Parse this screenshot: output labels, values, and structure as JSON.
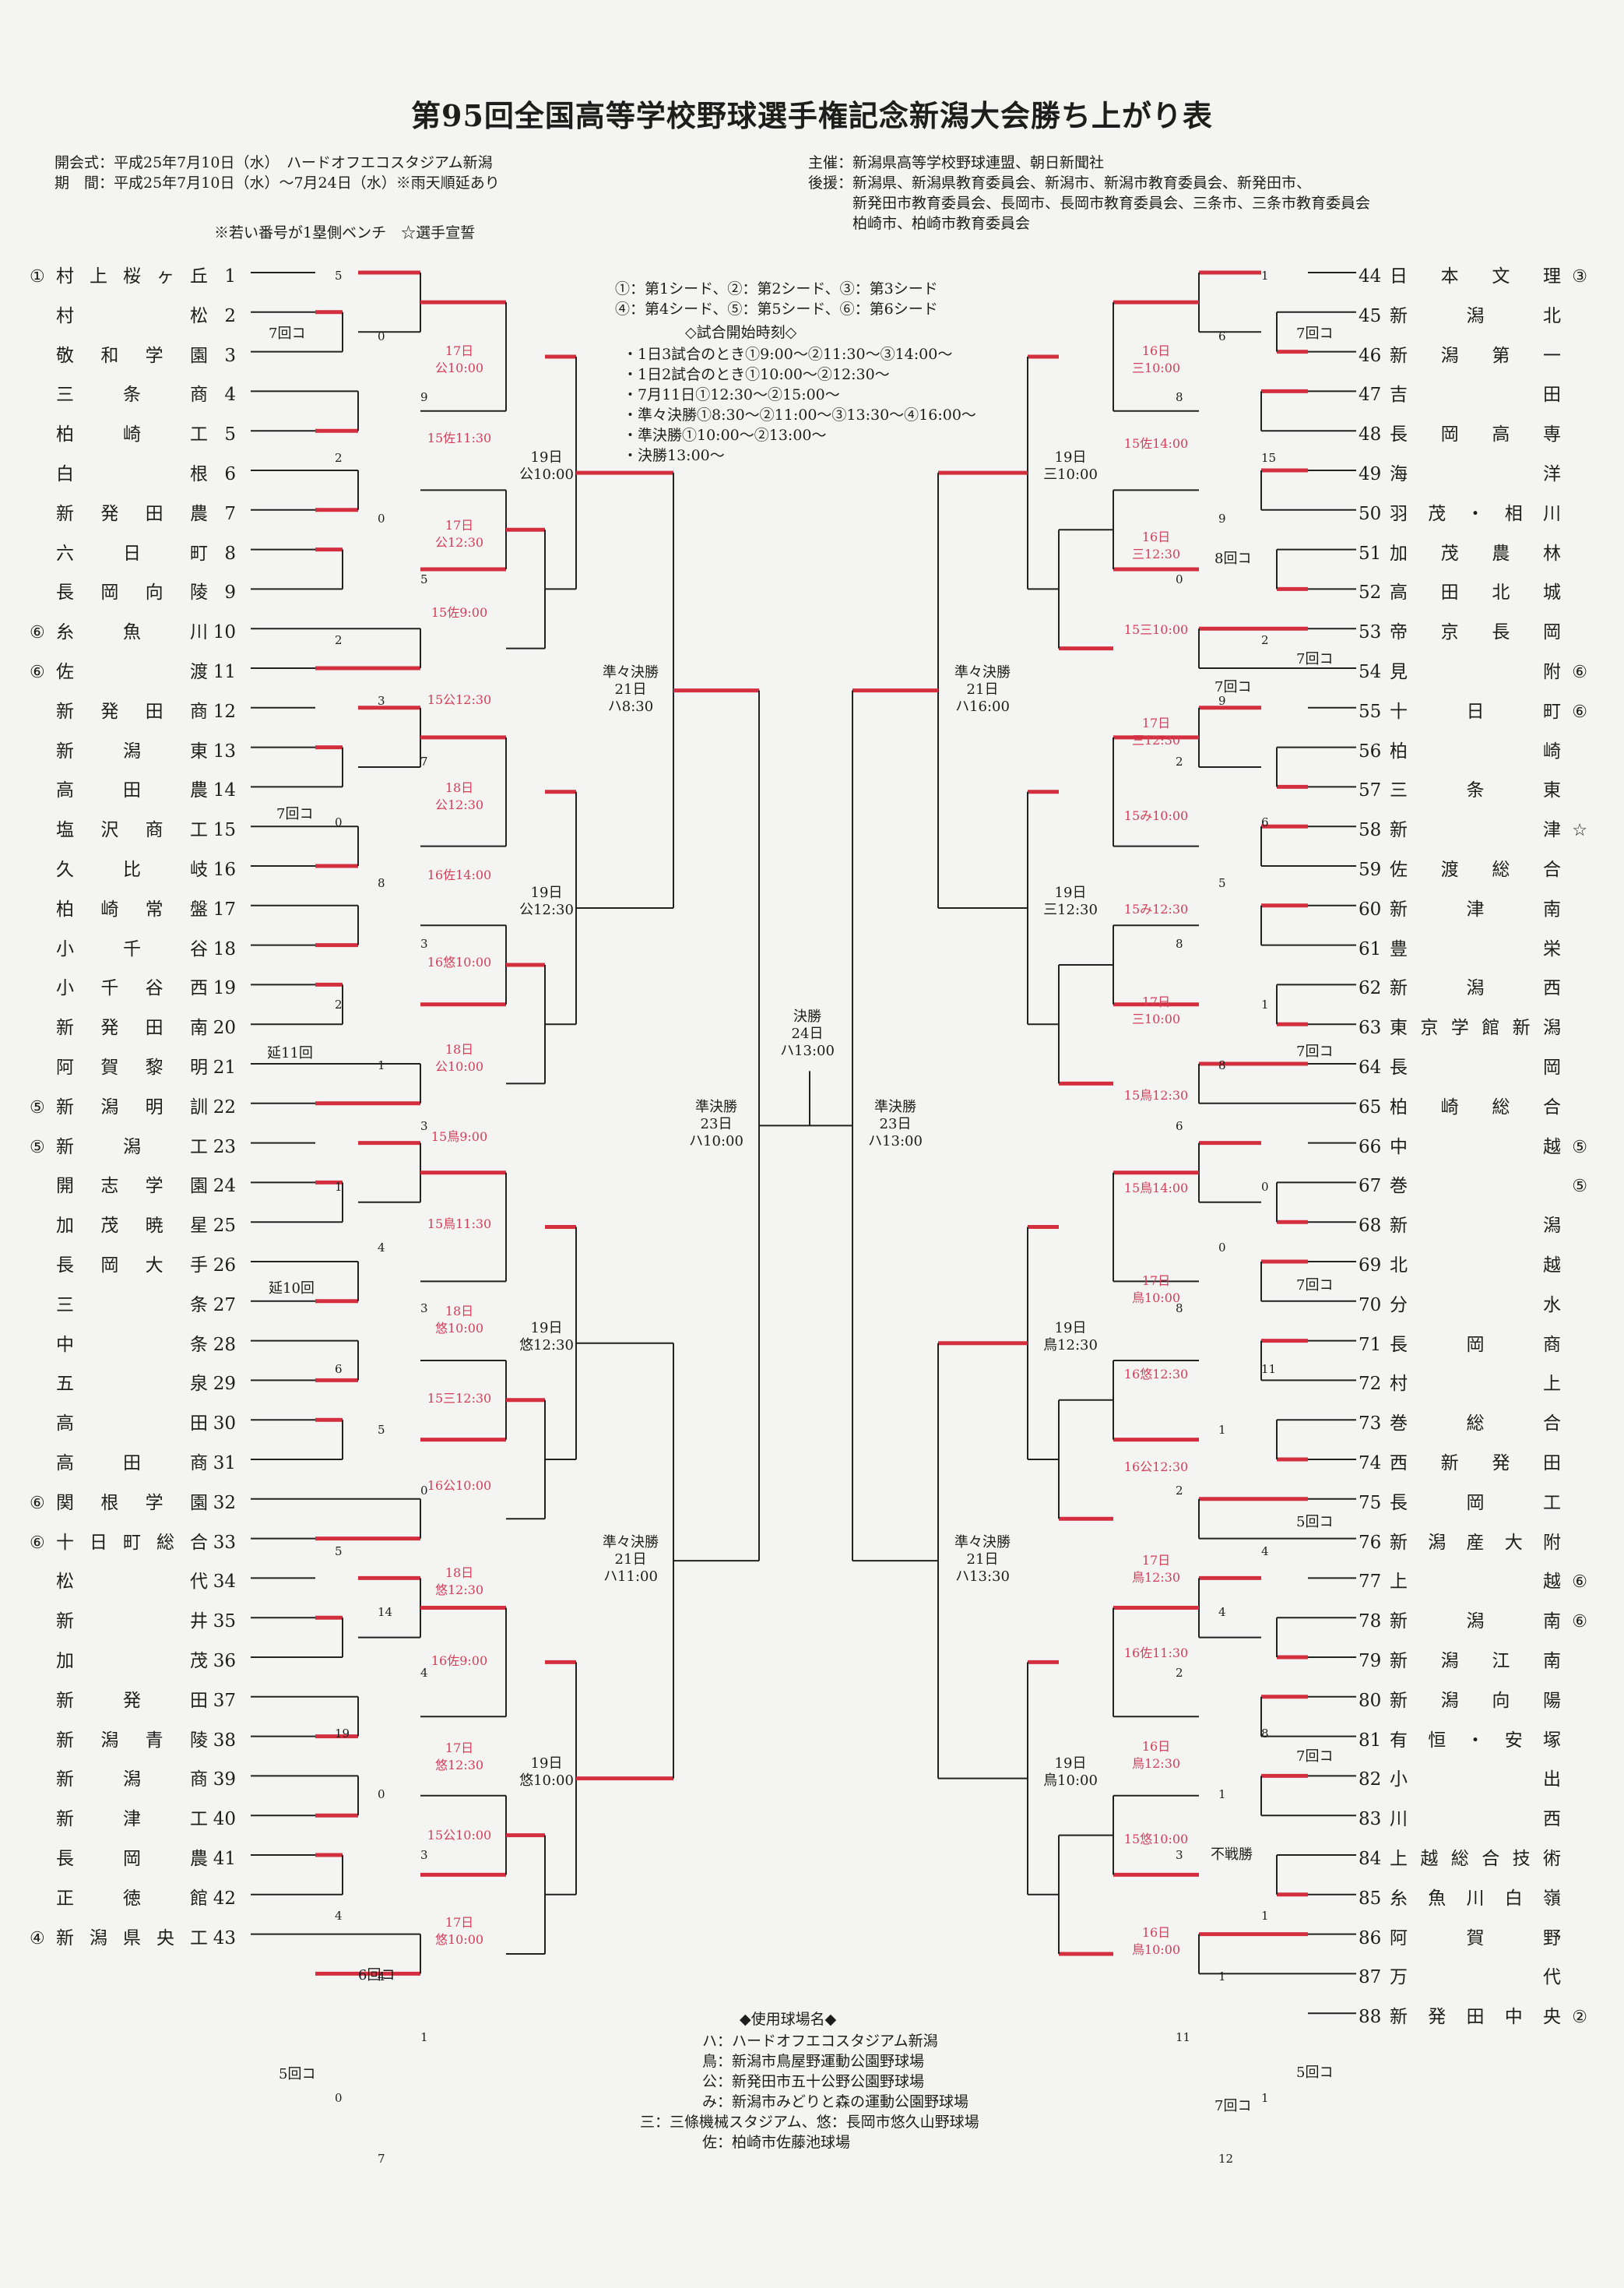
{
  "header": {
    "title": "第95回全国高等学校野球選手権記念新潟大会勝ち上がり表",
    "opening": "開会式：平成25年7月10日（水）　ハードオフエコスタジアム新潟",
    "period": "期　間：平成25年7月10日（水）〜7月24日（水）※雨天順延あり",
    "bench_note": "※若い番号が1塁側ベンチ　☆選手宣誓",
    "organizer": "主催：新潟県高等学校野球連盟、朝日新聞社",
    "sponsor_1": "後援：新潟県、新潟県教育委員会、新潟市、新潟市教育委員会、新発田市、",
    "sponsor_2": "新発田市教育委員会、長岡市、長岡市教育委員会、三条市、三条市教育委員会",
    "sponsor_3": "柏崎市、柏崎市教育委員会"
  },
  "legend": {
    "seeds_1": "①：第1シード、②：第2シード、③：第3シード",
    "seeds_2": "④：第4シード、⑤：第5シード、⑥：第6シード",
    "start_title": "◇試合開始時刻◇",
    "times": [
      "・1日3試合のとき①9:00〜②11:30〜③14:00〜",
      "・1日2試合のとき①10:00〜②12:30〜",
      "・7月11日①12:30〜②15:00〜",
      "・準々決勝①8:30〜②11:00〜③13:30〜④16:00〜",
      "・準決勝①10:00〜②13:00〜",
      "・決勝13:00〜"
    ]
  },
  "venues": {
    "title": "◆使用球場名◆",
    "items": [
      "ハ：ハードオフエコスタジアム新潟",
      "鳥：新潟市鳥屋野運動公園野球場",
      "公：新発田市五十公野公園野球場",
      "み：新潟市みどりと森の運動公園野球場",
      "三：三條機械スタジアム、悠：長岡市悠久山野球場",
      "佐：柏崎市佐藤池球場"
    ]
  },
  "left_teams": [
    {
      "n": 1,
      "name": "村上桜ヶ丘",
      "seed": "①"
    },
    {
      "n": 2,
      "name": "村松",
      "seed": ""
    },
    {
      "n": 3,
      "name": "敬和学園",
      "seed": ""
    },
    {
      "n": 4,
      "name": "三条商",
      "seed": ""
    },
    {
      "n": 5,
      "name": "柏崎工",
      "seed": ""
    },
    {
      "n": 6,
      "name": "白根",
      "seed": ""
    },
    {
      "n": 7,
      "name": "新発田農",
      "seed": ""
    },
    {
      "n": 8,
      "name": "六日町",
      "seed": ""
    },
    {
      "n": 9,
      "name": "長岡向陵",
      "seed": ""
    },
    {
      "n": 10,
      "name": "糸魚川",
      "seed": "⑥"
    },
    {
      "n": 11,
      "name": "佐渡",
      "seed": "⑥"
    },
    {
      "n": 12,
      "name": "新発田商",
      "seed": ""
    },
    {
      "n": 13,
      "name": "新潟東",
      "seed": ""
    },
    {
      "n": 14,
      "name": "高田農",
      "seed": ""
    },
    {
      "n": 15,
      "name": "塩沢商工",
      "seed": ""
    },
    {
      "n": 16,
      "name": "久比岐",
      "seed": ""
    },
    {
      "n": 17,
      "name": "柏崎常盤",
      "seed": ""
    },
    {
      "n": 18,
      "name": "小千谷",
      "seed": ""
    },
    {
      "n": 19,
      "name": "小千谷西",
      "seed": ""
    },
    {
      "n": 20,
      "name": "新発田南",
      "seed": ""
    },
    {
      "n": 21,
      "name": "阿賀黎明",
      "seed": ""
    },
    {
      "n": 22,
      "name": "新潟明訓",
      "seed": "⑤"
    },
    {
      "n": 23,
      "name": "新潟工",
      "seed": "⑤"
    },
    {
      "n": 24,
      "name": "開志学園",
      "seed": ""
    },
    {
      "n": 25,
      "name": "加茂暁星",
      "seed": ""
    },
    {
      "n": 26,
      "name": "長岡大手",
      "seed": ""
    },
    {
      "n": 27,
      "name": "三条",
      "seed": ""
    },
    {
      "n": 28,
      "name": "中条",
      "seed": ""
    },
    {
      "n": 29,
      "name": "五泉",
      "seed": ""
    },
    {
      "n": 30,
      "name": "高田",
      "seed": ""
    },
    {
      "n": 31,
      "name": "高田商",
      "seed": ""
    },
    {
      "n": 32,
      "name": "関根学園",
      "seed": "⑥"
    },
    {
      "n": 33,
      "name": "十日町総合",
      "seed": "⑥"
    },
    {
      "n": 34,
      "name": "松代",
      "seed": ""
    },
    {
      "n": 35,
      "name": "新井",
      "seed": ""
    },
    {
      "n": 36,
      "name": "加茂",
      "seed": ""
    },
    {
      "n": 37,
      "name": "新発田",
      "seed": ""
    },
    {
      "n": 38,
      "name": "新潟青陵",
      "seed": ""
    },
    {
      "n": 39,
      "name": "新潟商",
      "seed": ""
    },
    {
      "n": 40,
      "name": "新津工",
      "seed": ""
    },
    {
      "n": 41,
      "name": "長岡農",
      "seed": ""
    },
    {
      "n": 42,
      "name": "正徳館",
      "seed": ""
    },
    {
      "n": 43,
      "name": "新潟県央工",
      "seed": "④"
    }
  ],
  "right_teams": [
    {
      "n": 44,
      "name": "日本文理",
      "seed": "③"
    },
    {
      "n": 45,
      "name": "新潟北",
      "seed": ""
    },
    {
      "n": 46,
      "name": "新潟第一",
      "seed": ""
    },
    {
      "n": 47,
      "name": "吉田",
      "seed": ""
    },
    {
      "n": 48,
      "name": "長岡高専",
      "seed": ""
    },
    {
      "n": 49,
      "name": "海洋",
      "seed": ""
    },
    {
      "n": 50,
      "name": "羽茂・相川",
      "seed": ""
    },
    {
      "n": 51,
      "name": "加茂農林",
      "seed": ""
    },
    {
      "n": 52,
      "name": "高田北城",
      "seed": ""
    },
    {
      "n": 53,
      "name": "帝京長岡",
      "seed": ""
    },
    {
      "n": 54,
      "name": "見附",
      "seed": "⑥"
    },
    {
      "n": 55,
      "name": "十日町",
      "seed": "⑥"
    },
    {
      "n": 56,
      "name": "柏崎",
      "seed": ""
    },
    {
      "n": 57,
      "name": "三条東",
      "seed": ""
    },
    {
      "n": 58,
      "name": "新津",
      "seed": "☆"
    },
    {
      "n": 59,
      "name": "佐渡総合",
      "seed": ""
    },
    {
      "n": 60,
      "name": "新津南",
      "seed": ""
    },
    {
      "n": 61,
      "name": "豊栄",
      "seed": ""
    },
    {
      "n": 62,
      "name": "新潟西",
      "seed": ""
    },
    {
      "n": 63,
      "name": "東京学館新潟",
      "seed": ""
    },
    {
      "n": 64,
      "name": "長岡",
      "seed": ""
    },
    {
      "n": 65,
      "name": "柏崎総合",
      "seed": ""
    },
    {
      "n": 66,
      "name": "中越",
      "seed": "⑤"
    },
    {
      "n": 67,
      "name": "巻",
      "seed": "⑤"
    },
    {
      "n": 68,
      "name": "新潟",
      "seed": ""
    },
    {
      "n": 69,
      "name": "北越",
      "seed": ""
    },
    {
      "n": 70,
      "name": "分水",
      "seed": ""
    },
    {
      "n": 71,
      "name": "長岡商",
      "seed": ""
    },
    {
      "n": 72,
      "name": "村上",
      "seed": ""
    },
    {
      "n": 73,
      "name": "巻総合",
      "seed": ""
    },
    {
      "n": 74,
      "name": "西新発田",
      "seed": ""
    },
    {
      "n": 75,
      "name": "長岡工",
      "seed": ""
    },
    {
      "n": 76,
      "name": "新潟産大附",
      "seed": ""
    },
    {
      "n": 77,
      "name": "上越",
      "seed": "⑥"
    },
    {
      "n": 78,
      "name": "新潟南",
      "seed": "⑥"
    },
    {
      "n": 79,
      "name": "新潟江南",
      "seed": ""
    },
    {
      "n": 80,
      "name": "新潟向陽",
      "seed": ""
    },
    {
      "n": 81,
      "name": "有恒・安塚",
      "seed": ""
    },
    {
      "n": 82,
      "name": "小出",
      "seed": ""
    },
    {
      "n": 83,
      "name": "川西",
      "seed": ""
    },
    {
      "n": 84,
      "name": "上越総合技術",
      "seed": ""
    },
    {
      "n": 85,
      "name": "糸魚川白嶺",
      "seed": ""
    },
    {
      "n": 86,
      "name": "阿賀野",
      "seed": ""
    },
    {
      "n": 87,
      "name": "万代",
      "seed": ""
    },
    {
      "n": 88,
      "name": "新発田中央",
      "seed": "②"
    }
  ],
  "left_r1": [
    "17日\n公10:00",
    "15佐11:30",
    "17日\n公12:30",
    "15佐9:00",
    "15公12:30",
    "18日\n公12:30",
    "16佐14:00",
    "16悠10:00",
    "18日\n公10:00",
    "15鳥9:00",
    "15鳥11:30",
    "18日\n悠10:00",
    "15三12:30",
    "16公10:00",
    "18日\n悠12:30",
    "16佐9:00",
    "17日\n悠12:30",
    "15公10:00",
    "17日\n悠10:00"
  ],
  "left_r3": [
    "19日\n公10:00",
    "19日\n公12:30",
    "19日\n悠12:30",
    "19日\n悠10:00"
  ],
  "left_qf": [
    "準々決勝\n21日\nハ8:30",
    "準々決勝\n21日\nハ11:00"
  ],
  "left_sf": "準決勝\n23日\nハ10:00",
  "final": "決勝\n24日\nハ13:00",
  "right_sf": "準決勝\n23日\nハ13:00",
  "right_qf": [
    "準々決勝\n21日\nハ16:00",
    "準々決勝\n21日\nハ13:30"
  ],
  "right_r3": [
    "19日\n三10:00",
    "19日\n三12:30",
    "19日\n鳥12:30",
    "19日\n鳥10:00"
  ],
  "right_r1": [
    "16日\n三10:00",
    "15佐14:00",
    "16日\n三12:30",
    "15三10:00",
    "17日\n三12:30",
    "15み10:00",
    "15み12:30",
    "17日\n三10:00",
    "15鳥12:30",
    "15鳥14:00",
    "17日\n鳥10:00",
    "16悠12:30",
    "16公12:30",
    "17日\n鳥12:30",
    "16佐11:30",
    "16日\n鳥12:30",
    "15悠10:00",
    "16日\n鳥10:00"
  ],
  "notes": {
    "called_7": "7回コ",
    "called_8": "8回コ",
    "called_6": "6回コ",
    "called_5": "5回コ",
    "extra_11": "延11回",
    "extra_10": "延10回",
    "forfeit": "不戦勝"
  },
  "scores": [
    "5",
    "0",
    "9",
    "2",
    "0",
    "5",
    "2",
    "3",
    "7",
    "0",
    "8",
    "3",
    "2",
    "1",
    "3",
    "1",
    "4",
    "3",
    "6",
    "5",
    "0",
    "5",
    "14",
    "4",
    "19",
    "0",
    "3",
    "4",
    "4",
    "1",
    "0",
    "7",
    "1",
    "6",
    "8",
    "15",
    "9",
    "0",
    "2",
    "9",
    "2",
    "6",
    "5",
    "8",
    "1",
    "8",
    "6",
    "0",
    "0",
    "8",
    "11",
    "1",
    "2",
    "4",
    "4",
    "2",
    "8",
    "1",
    "3",
    "1",
    "1",
    "11",
    "1",
    "12"
  ]
}
